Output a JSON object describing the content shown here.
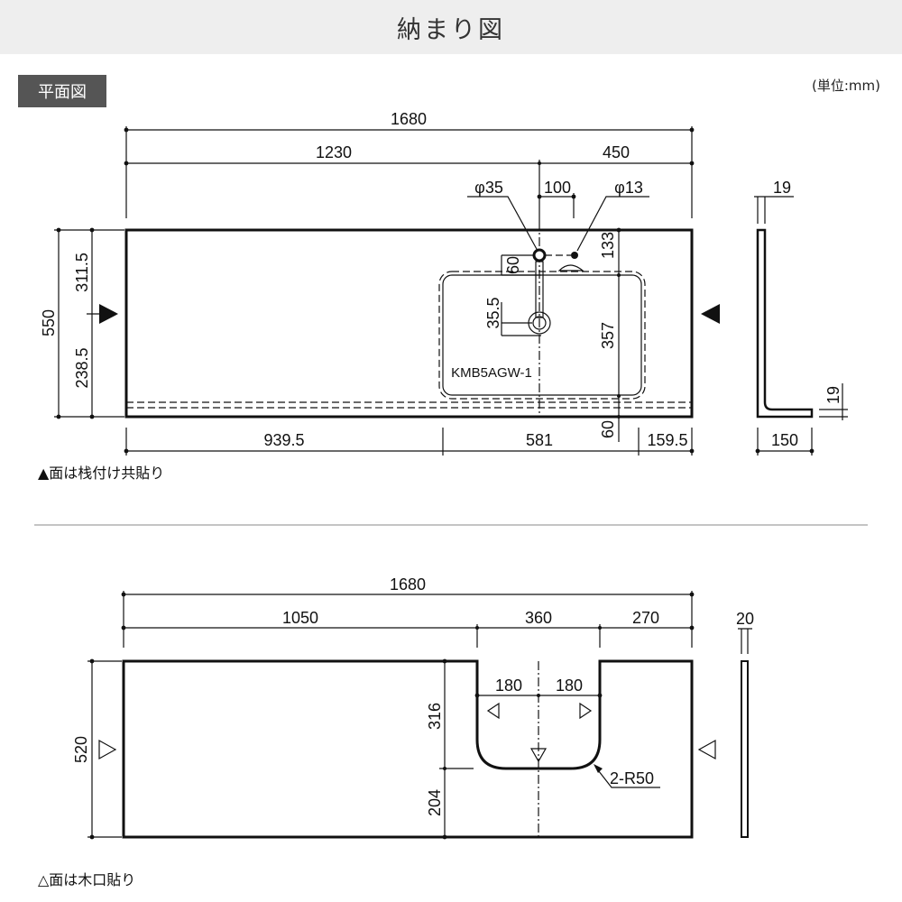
{
  "header": {
    "title": "納まり図"
  },
  "badge": "平面図",
  "unit": "(単位:mm)",
  "plan1": {
    "total_width": "1680",
    "left_width": "1230",
    "right_width": "450",
    "faucet_dia": "φ35",
    "hole_dia": "φ13",
    "hole_spacing": "100",
    "depth": "550",
    "depth_upper": "311.5",
    "depth_lower": "238.5",
    "faucet_offset": "60",
    "drain_offset": "35.5",
    "basin_top": "133",
    "basin_depth": "357",
    "basin_bottom": "60",
    "model": "KMB5AGW-1",
    "bottom_left": "939.5",
    "bottom_mid": "581",
    "bottom_right": "159.5",
    "side_thickness": "19",
    "side_thickness_v": "19",
    "side_width": "150",
    "note": "▲面は栈付け共貼り"
  },
  "plan2": {
    "total_width": "1680",
    "left_width": "1050",
    "cutout_width": "360",
    "right_width": "270",
    "half_left": "180",
    "half_right": "180",
    "depth": "520",
    "cutout_depth": "316",
    "remaining_depth": "204",
    "radius": "2-R50",
    "side_thickness": "20",
    "note": "△面は木口貼り"
  }
}
